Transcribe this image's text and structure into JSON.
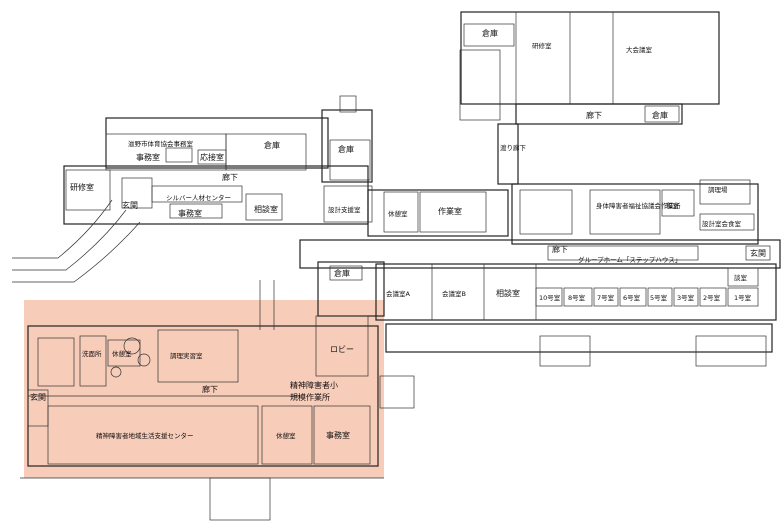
{
  "colors": {
    "highlight": "#f6c3ad",
    "line": "#222222",
    "background": "#ffffff"
  },
  "labels": {
    "storage_ne": "倉庫",
    "training_room": "研修室",
    "great_hall": "大会議室",
    "corridor_n": "廊下",
    "storage_ne2": "倉庫",
    "sports_assoc": "滋野市体育協会事務室",
    "office_n": "事務室",
    "reception_n": "応接室",
    "storage_n": "倉庫",
    "storage_n2": "倉庫",
    "passage": "渡り廊下",
    "corridor_w": "廊下",
    "training_w": "研修室",
    "entrance_w": "玄関",
    "silver_center": "シルバー人材センター",
    "office_w": "事務室",
    "consult_w": "相談室",
    "meeting_large": "設計支援室",
    "tatami_room": "休憩室",
    "work_room": "作業室",
    "disabled_workshop": "身体障害者福祉協議会作業所",
    "rest_e": "和室",
    "kitchen": "調理場",
    "staff_room": "設計室会食室",
    "corridor_mid": "廊下",
    "group_home": "グループホーム「ステップハウス」",
    "entrance_e": "玄関",
    "storage_mid": "倉庫",
    "meeting_a": "会議室A",
    "meeting_b": "会議室B",
    "consult_mid": "相談室",
    "room10": "10号室",
    "room8": "8号室",
    "room7": "7号室",
    "room6": "6号室",
    "room5": "5号室",
    "room3": "3号室",
    "room2": "2号室",
    "room1": "1号室",
    "living": "談室",
    "toilet_s": "洗面所",
    "rest_s": "休憩室",
    "meal_room": "調理実習室",
    "lobby": "ロビー",
    "corridor_s": "廊下",
    "mental_workshop_1": "精神障害者小",
    "mental_workshop_2": "規模作業所",
    "entrance_s": "玄関",
    "support_center": "精神障害者地域生活支援センター",
    "rest_s2": "休憩室",
    "office_s": "事務室"
  }
}
